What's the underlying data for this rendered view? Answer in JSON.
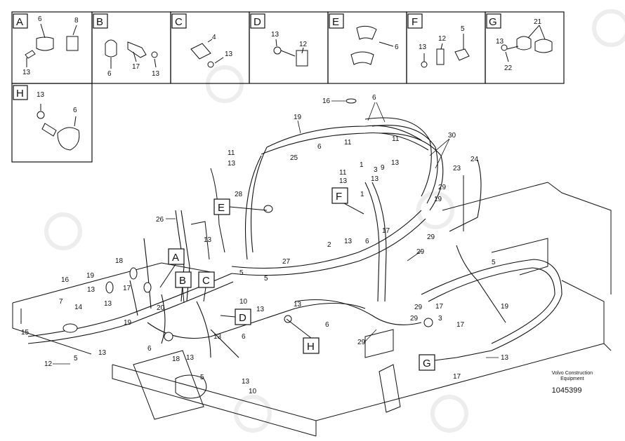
{
  "detail_panels": [
    {
      "letter": "A",
      "numbers": [
        "6",
        "8",
        "13"
      ]
    },
    {
      "letter": "B",
      "numbers": [
        "6",
        "17",
        "13"
      ]
    },
    {
      "letter": "C",
      "numbers": [
        "4",
        "13"
      ]
    },
    {
      "letter": "D",
      "numbers": [
        "13",
        "12"
      ]
    },
    {
      "letter": "E",
      "numbers": [
        "6"
      ]
    },
    {
      "letter": "F",
      "numbers": [
        "12",
        "5",
        "13"
      ]
    },
    {
      "letter": "G",
      "numbers": [
        "21",
        "13",
        "22"
      ]
    },
    {
      "letter": "H",
      "numbers": [
        "13",
        "6"
      ]
    }
  ],
  "callouts": [
    "A",
    "B",
    "C",
    "D",
    "E",
    "F",
    "G",
    "H"
  ],
  "part_numbers": [
    "16",
    "6",
    "19",
    "11",
    "11",
    "13",
    "11",
    "13",
    "6",
    "30",
    "25",
    "11",
    "13",
    "1",
    "3",
    "9",
    "13",
    "24",
    "23",
    "28",
    "29",
    "19",
    "26",
    "17",
    "29",
    "13",
    "6",
    "2",
    "29",
    "27",
    "18",
    "5",
    "19",
    "13",
    "5",
    "5",
    "7",
    "17",
    "14",
    "20",
    "13",
    "10",
    "13",
    "17",
    "19",
    "15",
    "13",
    "6",
    "18",
    "13",
    "6",
    "13",
    "12",
    "5",
    "13",
    "10",
    "13",
    "6",
    "29",
    "17",
    "3",
    "19",
    "29",
    "17",
    "13",
    "16",
    "5",
    "29",
    "13",
    "1"
  ],
  "footer": {
    "maker_line1": "Volvo Construction",
    "maker_line2": "Equipment",
    "drawing_number": "1045399"
  },
  "colors": {
    "ink": "#111111",
    "background": "#ffffff",
    "watermark": "#e6e6e6"
  }
}
